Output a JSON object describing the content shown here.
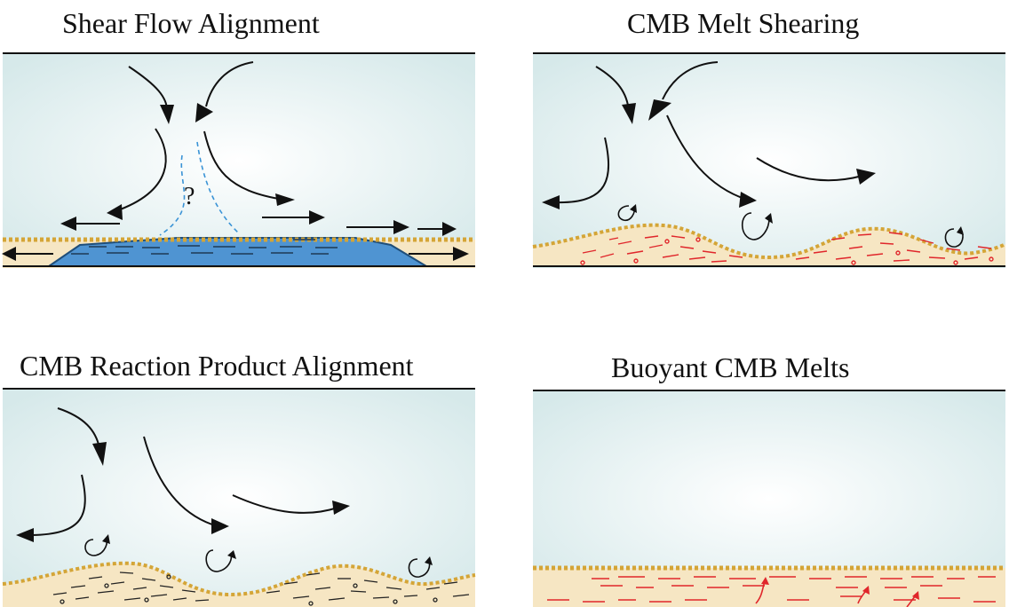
{
  "panels": [
    {
      "id": "shear",
      "title": "Shear Flow Alignment",
      "annotation": "?"
    },
    {
      "id": "melt-shearing",
      "title": "CMB Melt Shearing"
    },
    {
      "id": "reaction",
      "title": "CMB Reaction Product Alignment"
    },
    {
      "id": "buoyant",
      "title": "Buoyant CMB Melts"
    }
  ],
  "colors": {
    "mantle_center": "#ffffff",
    "mantle_edge": "#d6e9ea",
    "layer_fill": "#f6e6c3",
    "boundary_dots": "#d4a537",
    "pile_fill": "#4f94d2",
    "pile_edge": "#1f4e7a",
    "melt": "#e0262b",
    "reaction": "#222222",
    "arrow": "#111111",
    "streamline": "#3a93d6"
  },
  "icons": [
    "flow-arrow-icon",
    "eddy-arrow-icon",
    "rising-melt-arrow-icon"
  ]
}
